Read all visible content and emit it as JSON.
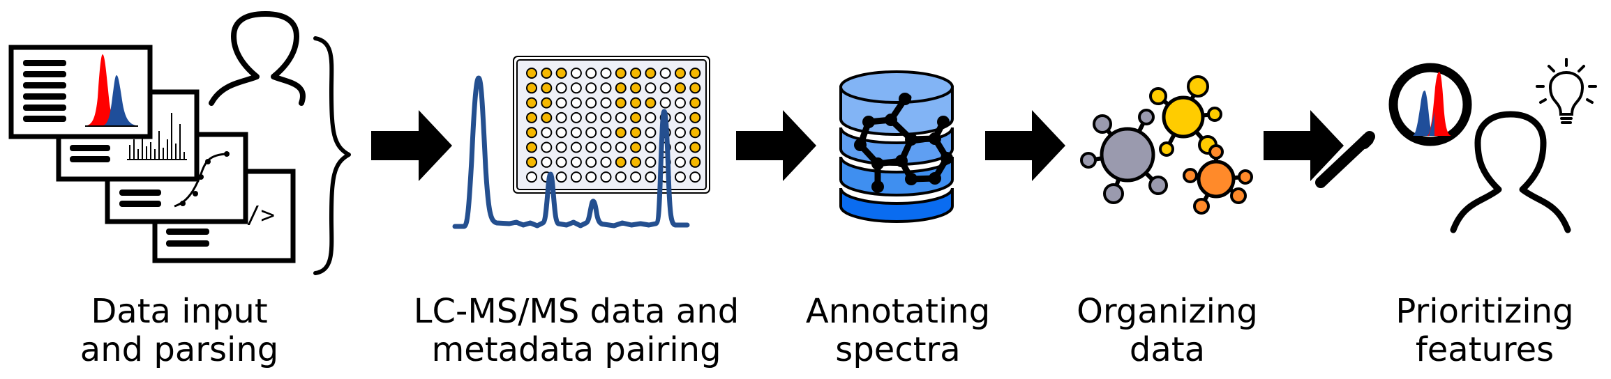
{
  "steps": [
    {
      "line1": "Data input",
      "line2": "and parsing"
    },
    {
      "line1": "LC-MS/MS data and",
      "line2": "metadata pairing"
    },
    {
      "line1": "Annotating",
      "line2": "spectra"
    },
    {
      "line1": "Organizing",
      "line2": "data"
    },
    {
      "line1": "Prioritizing",
      "line2": "features"
    }
  ],
  "code_symbol": "/>",
  "colors": {
    "red_peak": "#ff0000",
    "blue_peak": "#1f4e9a",
    "chromatogram": "#244f8f",
    "well_yellow": "#f5b800",
    "plate_bg": "#eef0f7",
    "db_light": "#82b4f5",
    "db_mid": "#3f8ff0",
    "db_dark": "#0a6cf0",
    "node_grey": "#9a9aae",
    "node_yellow": "#ffcc00",
    "node_orange": "#ff8a2a"
  }
}
